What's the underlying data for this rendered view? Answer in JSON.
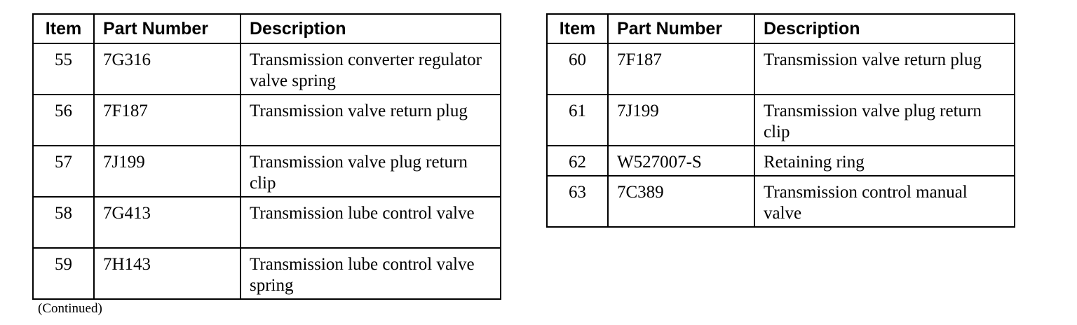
{
  "tables": [
    {
      "headers": [
        "Item",
        "Part Number",
        "Description"
      ],
      "rows": [
        {
          "item": "55",
          "part_number": "7G316",
          "description": "Transmission converter regulator valve spring"
        },
        {
          "item": "56",
          "part_number": "7F187",
          "description": "Transmission valve return plug"
        },
        {
          "item": "57",
          "part_number": "7J199",
          "description": "Transmission valve plug return clip"
        },
        {
          "item": "58",
          "part_number": "7G413",
          "description": "Transmission lube control valve"
        },
        {
          "item": "59",
          "part_number": "7H143",
          "description": "Transmission lube control valve spring"
        }
      ]
    },
    {
      "headers": [
        "Item",
        "Part Number",
        "Description"
      ],
      "rows": [
        {
          "item": "60",
          "part_number": "7F187",
          "description": "Transmission valve return plug"
        },
        {
          "item": "61",
          "part_number": "7J199",
          "description": "Transmission valve plug return clip"
        },
        {
          "item": "62",
          "part_number": "W527007-S",
          "description": "Retaining ring"
        },
        {
          "item": "63",
          "part_number": "7C389",
          "description": "Transmission control manual valve"
        }
      ]
    }
  ],
  "continued_note": "(Continued)"
}
